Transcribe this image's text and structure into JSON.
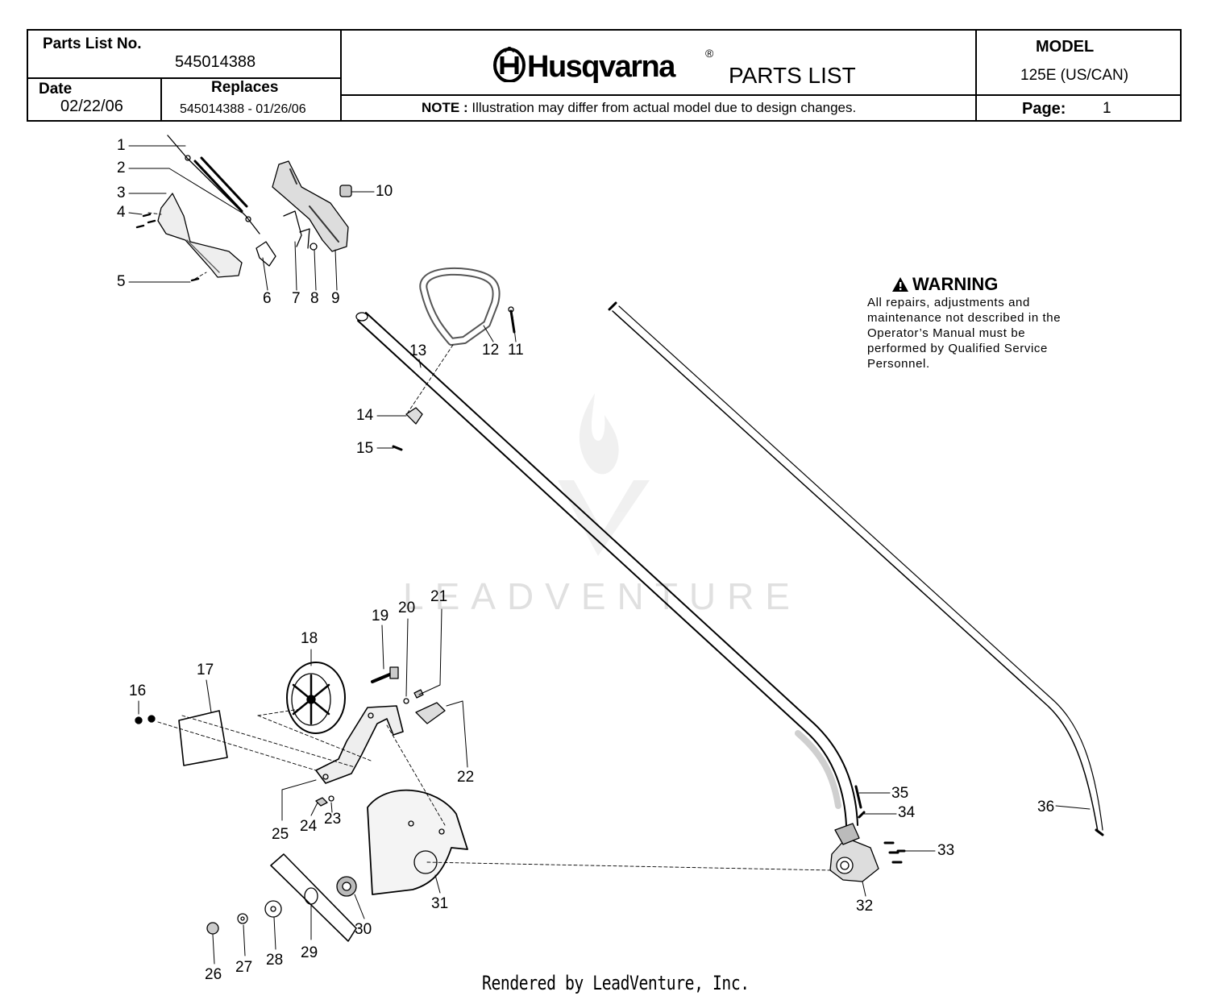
{
  "header": {
    "parts_list_label": "Parts List No.",
    "parts_list_no": "545014388",
    "date_label": "Date",
    "date_value": "02/22/06",
    "replaces_label": "Replaces",
    "replaces_value": "545014388 - 01/26/06",
    "brand": "Husqvarna",
    "registered": "®",
    "doc_title": "PARTS LIST",
    "note_label": "NOTE :",
    "note_text": "Illustration may differ from actual model due to design changes.",
    "model_label": "MODEL",
    "model_value": "125E (US/CAN)",
    "page_label": "Page:",
    "page_value": "1"
  },
  "warning": {
    "title": "WARNING",
    "text": "All repairs, adjustments and maintenance not described in the Operator’s Manual must be performed by Qualified Service Personnel."
  },
  "watermark": "LEADVENTURE",
  "footer": "Rendered by LeadVenture, Inc.",
  "icons": {
    "logo": "husqvarna-crown-icon",
    "warning": "warning-triangle-icon",
    "watermark": "flame-v-icon"
  },
  "callouts": [
    "1",
    "2",
    "3",
    "4",
    "5",
    "6",
    "7",
    "8",
    "9",
    "10",
    "11",
    "12",
    "13",
    "14",
    "15",
    "16",
    "17",
    "18",
    "19",
    "20",
    "21",
    "22",
    "23",
    "24",
    "25",
    "26",
    "27",
    "28",
    "29",
    "30",
    "31",
    "32",
    "33",
    "34",
    "35",
    "36"
  ]
}
